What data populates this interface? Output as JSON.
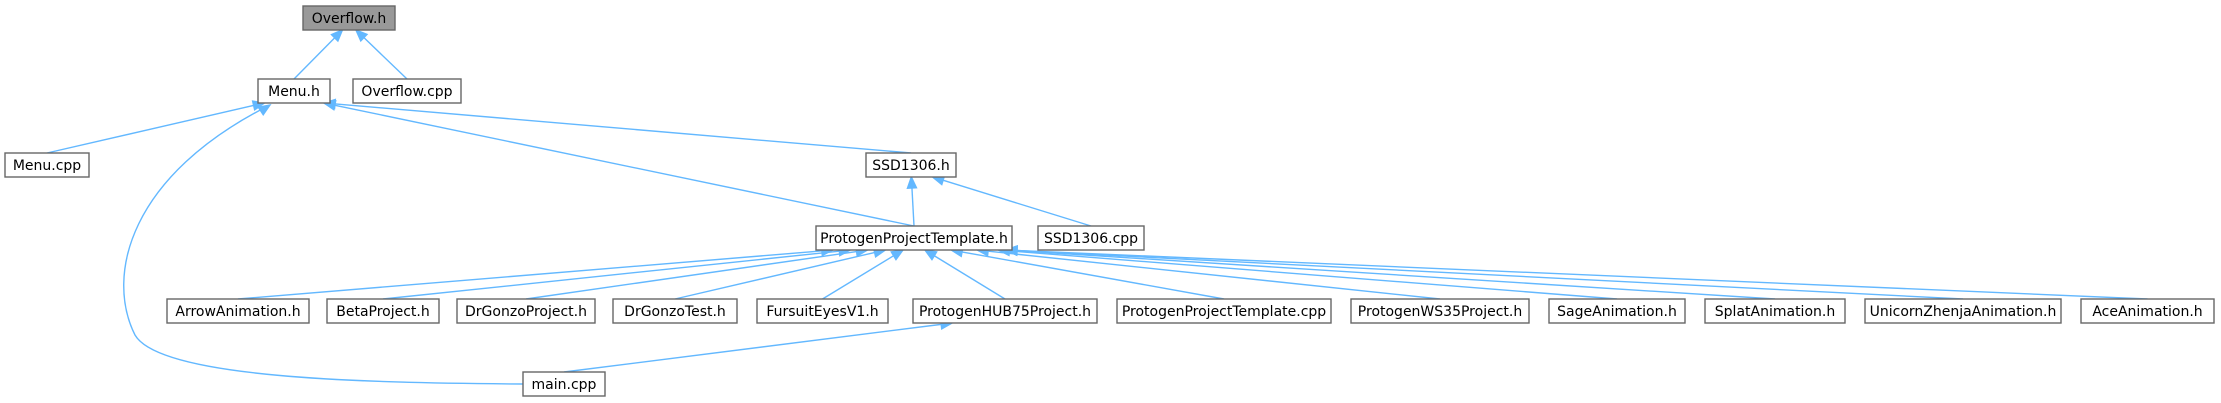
{
  "colors": {
    "edge": "#63b8ff",
    "node_border": "#666666",
    "node_fill": "#ffffff",
    "root_fill": "#999999",
    "text": "#000000"
  },
  "root": "overflow_h",
  "nodes": {
    "overflow_h": "Overflow.h",
    "menu_h": "Menu.h",
    "overflow_cpp": "Overflow.cpp",
    "menu_cpp": "Menu.cpp",
    "ssd1306_h": "SSD1306.h",
    "protogen_template_h": "ProtogenProjectTemplate.h",
    "ssd1306_cpp": "SSD1306.cpp",
    "arrow_animation_h": "ArrowAnimation.h",
    "beta_project_h": "BetaProject.h",
    "drgonzo_project_h": "DrGonzoProject.h",
    "drgonzo_test_h": "DrGonzoTest.h",
    "fursuit_eyes_h": "FursuitEyesV1.h",
    "hub75_project_h": "ProtogenHUB75Project.h",
    "protogen_template_cpp": "ProtogenProjectTemplate.cpp",
    "ws35_project_h": "ProtogenWS35Project.h",
    "sage_animation_h": "SageAnimation.h",
    "splat_animation_h": "SplatAnimation.h",
    "unicorn_animation_h": "UnicornZhenjaAnimation.h",
    "ace_animation_h": "AceAnimation.h",
    "main_cpp": "main.cpp"
  },
  "edges": [
    [
      "menu_h",
      "overflow_h"
    ],
    [
      "overflow_cpp",
      "overflow_h"
    ],
    [
      "menu_cpp",
      "menu_h"
    ],
    [
      "ssd1306_h",
      "menu_h"
    ],
    [
      "protogen_template_h",
      "menu_h"
    ],
    [
      "main_cpp",
      "menu_h"
    ],
    [
      "protogen_template_h",
      "ssd1306_h"
    ],
    [
      "ssd1306_cpp",
      "ssd1306_h"
    ],
    [
      "arrow_animation_h",
      "protogen_template_h"
    ],
    [
      "beta_project_h",
      "protogen_template_h"
    ],
    [
      "drgonzo_project_h",
      "protogen_template_h"
    ],
    [
      "drgonzo_test_h",
      "protogen_template_h"
    ],
    [
      "fursuit_eyes_h",
      "protogen_template_h"
    ],
    [
      "hub75_project_h",
      "protogen_template_h"
    ],
    [
      "protogen_template_cpp",
      "protogen_template_h"
    ],
    [
      "ws35_project_h",
      "protogen_template_h"
    ],
    [
      "sage_animation_h",
      "protogen_template_h"
    ],
    [
      "splat_animation_h",
      "protogen_template_h"
    ],
    [
      "unicorn_animation_h",
      "protogen_template_h"
    ],
    [
      "ace_animation_h",
      "protogen_template_h"
    ],
    [
      "main_cpp",
      "hub75_project_h"
    ]
  ]
}
